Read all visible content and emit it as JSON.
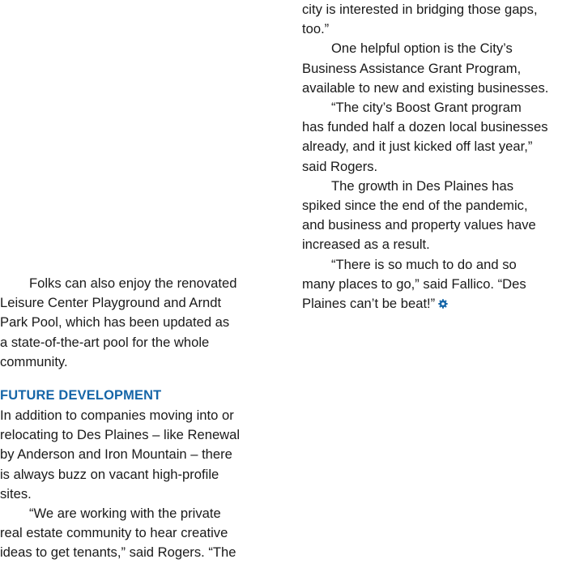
{
  "left_column": {
    "para1_lines": [
      "Folks can also enjoy the renovated",
      "Leisure Center Playground and Arndt",
      "Park Pool, which has been updated as",
      "a state-of-the-art pool for the whole",
      "community."
    ],
    "heading": "FUTURE DEVELOPMENT",
    "para2_lines": [
      "In addition to companies moving into or",
      "relocating to Des Plaines – like Renewal",
      "by Anderson and Iron Mountain – there",
      "is always buzz on vacant high-profile",
      "sites."
    ],
    "para3_lines": [
      "“We are working with the private",
      "real estate community to hear creative",
      "ideas to get tenants,” said Rogers. “The"
    ]
  },
  "right_column": {
    "para1_lines": [
      "city is interested in bridging those gaps,",
      "too.”"
    ],
    "para2_lines": [
      "One helpful option is the City’s",
      "Business Assistance Grant Program,",
      "available to new and existing businesses."
    ],
    "para3_lines": [
      "“The city’s Boost Grant program",
      "has funded half a dozen local businesses",
      "already, and it just kicked off last year,”",
      "said Rogers."
    ],
    "para4_lines": [
      "The growth in Des Plaines has",
      "spiked since the end of the pandemic,",
      "and business and property values have",
      "increased as a result."
    ],
    "para5_lines": [
      "“There is so much to do and so",
      "many places to go,” said Fallico. “Des",
      "Plaines can’t be beat!”"
    ],
    "end_mark_icon": "gear-icon"
  },
  "colors": {
    "heading": "#1666a8",
    "body_text": "#1a1a1a",
    "end_mark": "#1666a8"
  }
}
